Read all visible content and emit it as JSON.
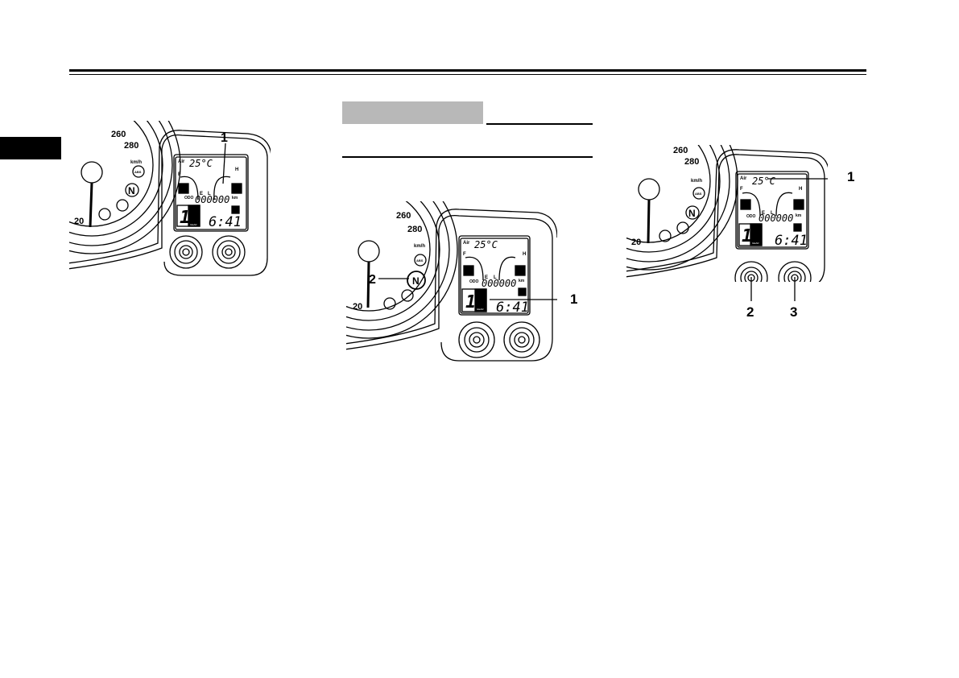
{
  "figures": [
    {
      "callouts": [
        "1"
      ],
      "speed_ticks": [
        "260",
        "280",
        "20"
      ],
      "unit": "km/h",
      "lcd": {
        "air_label": "Air",
        "temp": "25°C",
        "fuel_f": "F",
        "fuel_e": "E",
        "temp_l": "L",
        "temp_h": "H",
        "odo_label": "ODO",
        "odo_value": "000000",
        "odo_unit": "km",
        "gear": "1",
        "gear_label": "GEAR",
        "clock": "6:41"
      },
      "abs_label": "ABS",
      "neutral_label": "N"
    },
    {
      "callouts": [
        "2",
        "1"
      ],
      "speed_ticks": [
        "260",
        "280",
        "20"
      ],
      "unit": "km/h",
      "lcd": {
        "air_label": "Air",
        "temp": "25°C",
        "fuel_f": "F",
        "fuel_e": "E",
        "temp_l": "L",
        "temp_h": "H",
        "odo_label": "ODO",
        "odo_value": "000000",
        "odo_unit": "km",
        "gear": "1",
        "gear_label": "GEAR",
        "clock": "6:41"
      },
      "abs_label": "ABS",
      "neutral_label": "N"
    },
    {
      "callouts": [
        "1",
        "2",
        "3"
      ],
      "speed_ticks": [
        "260",
        "280",
        "20"
      ],
      "unit": "km/h",
      "lcd": {
        "air_label": "Air",
        "temp": "25°C",
        "fuel_f": "F",
        "fuel_e": "E",
        "temp_l": "L",
        "temp_h": "H",
        "odo_label": "ODO",
        "odo_value": "000000",
        "odo_unit": "km",
        "gear": "1",
        "gear_label": "GEAR",
        "clock": "6:41"
      },
      "abs_label": "ABS",
      "neutral_label": "N"
    }
  ],
  "colors": {
    "ink": "#000000",
    "header_box": "#b8b8b8",
    "paper": "#ffffff"
  }
}
